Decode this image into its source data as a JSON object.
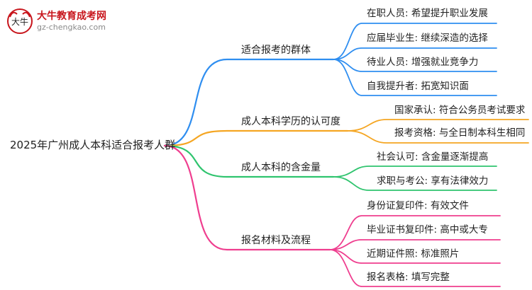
{
  "logo": {
    "title": "大牛教育成考网",
    "url": "gz-chengkao.com",
    "mark_text": "大牛"
  },
  "mindmap": {
    "root": "2025年广州成人本科适合报考人群",
    "branches": [
      {
        "label": "适合报考的群体",
        "color": "#2f8ef0",
        "children": [
          "在职人员: 希望提升职业发展",
          "应届毕业生: 继续深造的选择",
          "待业人员: 增强就业竞争力",
          "自我提升者: 拓宽知识面"
        ]
      },
      {
        "label": "成人本科学历的认可度",
        "color": "#f5a623",
        "children": [
          "国家承认: 符合公务员考试要求",
          "报考资格: 与全日制本科生相同"
        ]
      },
      {
        "label": "成人本科的含金量",
        "color": "#2fc46e",
        "children": [
          "社会认可: 含金量逐渐提高",
          "求职与考公: 享有法律效力"
        ]
      },
      {
        "label": "报名材料及流程",
        "color": "#ef3e8f",
        "children": [
          "身份证复印件: 有效文件",
          "毕业证书复印件: 高中或大专",
          "近期证件照: 标准照片",
          "报名表格: 填写完整"
        ]
      }
    ]
  }
}
